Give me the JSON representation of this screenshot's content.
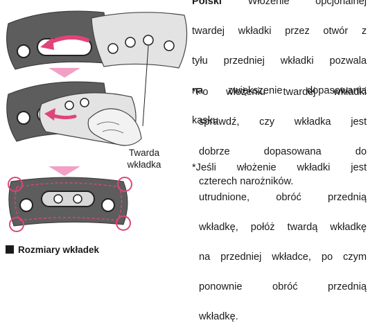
{
  "paragraph1": {
    "lead": "Polski",
    "line1_rest": " Włożenie opcjonalnej",
    "lines": [
      "twardej wkładki przez otwór z",
      "tyłu przedniej wkładki pozwala",
      "na zwiększenie dopasowania",
      "kasku."
    ]
  },
  "paragraph2": {
    "lines": [
      "*Po włożeniu twardej wkładki",
      "sprawdź, czy wkładka jest",
      "dobrze dopasowana do",
      "czterech narożników."
    ]
  },
  "paragraph3": {
    "lines": [
      "*Jeśli włożenie wkładki jest",
      "utrudnione, obróć przednią",
      "wkładkę, połóż twardą wkładkę",
      "na przedniej wkładce, po czym",
      "ponownie obróć przednią",
      "wkładkę."
    ]
  },
  "illustration": {
    "label_line1": "Twarda",
    "label_line2": "wkładka"
  },
  "section_heading": "Rozmiary wkładek",
  "colors": {
    "pad_dark": "#5a5a5a",
    "pad_light": "#dcdcdc",
    "accent": "#e0447a",
    "arrow_pink": "#f2a0c4",
    "text": "#1a1a1a"
  }
}
